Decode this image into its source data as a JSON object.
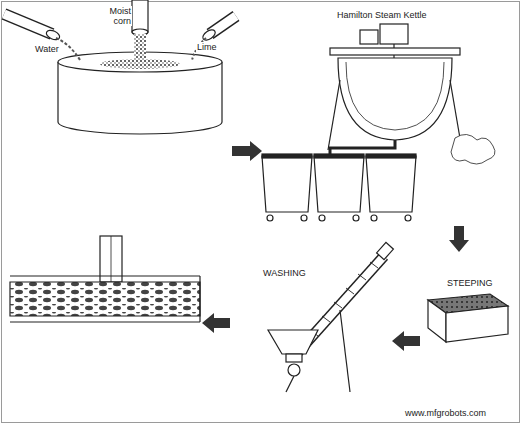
{
  "diagram": {
    "labels": [
      "Water",
      "Moist corn",
      "Lime",
      "Hamilton Steam Kettle",
      "STEEPING",
      "WASHING",
      "www.mfgrobots.com"
    ]
  }
}
